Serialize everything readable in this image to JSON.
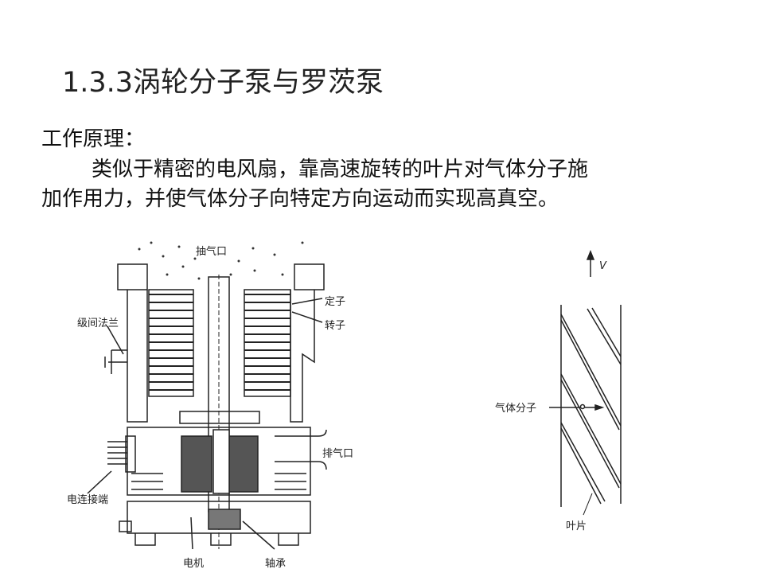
{
  "slide": {
    "title": "1.3.3涡轮分子泵与罗茨泵",
    "heading": "工作原理：",
    "paragraph_line1": "类似于精密的电风扇，靠高速旋转的叶片对气体分子施",
    "paragraph_line2": "加作用力，并使气体分子向特定方向运动而实现高真空。"
  },
  "pump_diagram": {
    "labels": {
      "inlet": "抽气口",
      "stator": "定子",
      "rotor": "转子",
      "interstage_flange": "级间法兰",
      "exhaust": "排气口",
      "electrical_connector": "电连接端",
      "motor": "电机",
      "bearing": "轴承"
    }
  },
  "blade_diagram": {
    "labels": {
      "velocity": "V",
      "gas_molecule": "气体分子",
      "blade": "叶片"
    }
  }
}
